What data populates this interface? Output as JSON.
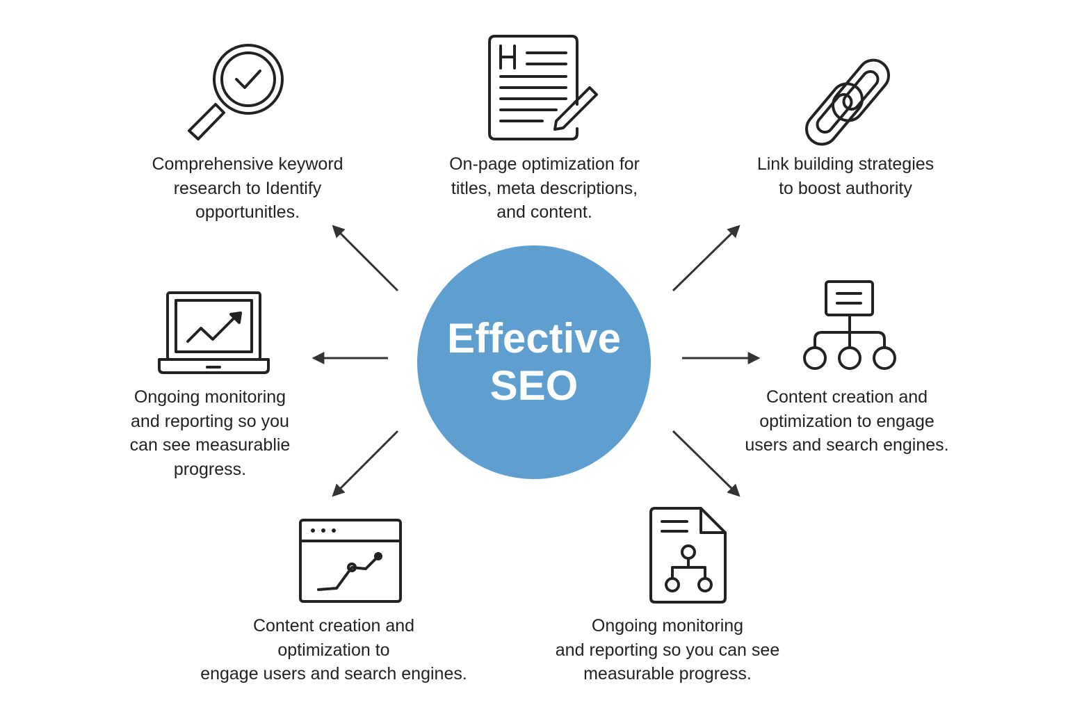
{
  "center": {
    "line1": "Effective",
    "line2": "SEO",
    "color": "#5f9fcf"
  },
  "items": [
    {
      "icon": "magnifier-check-icon",
      "lines": [
        "Comprehensive keyword",
        "research to Identify",
        "opportunitles."
      ]
    },
    {
      "icon": "document-pencil-icon",
      "lines": [
        "On-page optimization for",
        "titles, meta descriptions,",
        "and content."
      ]
    },
    {
      "icon": "chain-link-icon",
      "lines": [
        "Link building strategies",
        "to boost authority"
      ]
    },
    {
      "icon": "laptop-chart-icon",
      "lines": [
        "Ongoing monitoring",
        "and reporting so you",
        "can see measurablie",
        "progress."
      ]
    },
    {
      "icon": "hierarchy-icon",
      "lines": [
        "Content creation and",
        "optimization to engage",
        "users and search engines."
      ]
    },
    {
      "icon": "browser-chart-icon",
      "lines": [
        "Content creation and",
        "optimization to",
        "engage users and search engines."
      ]
    },
    {
      "icon": "document-sitemap-icon",
      "lines": [
        "Ongoing monitoring",
        "and reporting so you can see",
        "measurable progress."
      ]
    }
  ]
}
